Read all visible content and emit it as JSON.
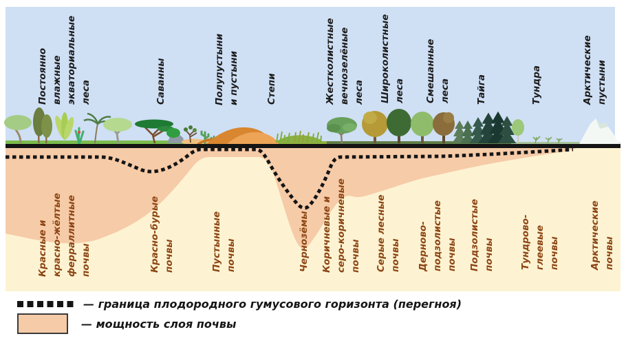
{
  "figure": {
    "kind": "soil-and-biome-profile-diagram",
    "language": "ru"
  },
  "biomes": [
    {
      "label": "Постоянно\nвлажные\nэкваториальные\nлеса"
    },
    {
      "label": "Саванны"
    },
    {
      "label": "Полупустыни\nи пустыни"
    },
    {
      "label": "Степи"
    },
    {
      "label": "Жестколистные\nвечнозелёные\nлеса"
    },
    {
      "label": "Широколистные\nлеса"
    },
    {
      "label": "Смешанные\nлеса"
    },
    {
      "label": "Тайга"
    },
    {
      "label": "Тундра"
    },
    {
      "label": "Арктические\nпустыни"
    }
  ],
  "soils": [
    {
      "label": "Красные и\nкрасно-жёлтые\nферраллитные\nпочвы"
    },
    {
      "label": "Красно-бурые\nпочвы"
    },
    {
      "label": "Пустынные\nпочвы"
    },
    {
      "label": "Чернозёмы"
    },
    {
      "label": "Коричневые и\nсеро-коричневые\nпочвы"
    },
    {
      "label": "Серые лесные\nпочвы"
    },
    {
      "label": "Дерново-\nподзолистые\nпочвы"
    },
    {
      "label": "Подзолистые\nпочвы"
    },
    {
      "label": "Тундрово-\nглеевые\nпочвы"
    },
    {
      "label": "Арктические\nпочвы"
    }
  ],
  "legend": {
    "humus_boundary": "— граница плодородного гумусового горизонта (перегноя)",
    "soil_thickness": "— мощность слоя почвы"
  },
  "colors": {
    "sky": "#cfdff4",
    "soil_layer": "#f6cba8",
    "subsoil": "#fdf3d2",
    "surface_line": "#141414",
    "humus_line": "#151515",
    "soil_label_text": "#8c4514",
    "biome_label_text": "#1c1c1c"
  },
  "vegetation_icons": [
    "tropical-trees-icon",
    "acacia-icon",
    "desert-dunes-cacti-icon",
    "steppe-grass-icon",
    "evergreen-tree-icon",
    "broadleaf-trees-icon",
    "mixed-trees-icon",
    "conifer-trees-icon",
    "tundra-shrubs-icon",
    "snow-mountain-icon"
  ]
}
